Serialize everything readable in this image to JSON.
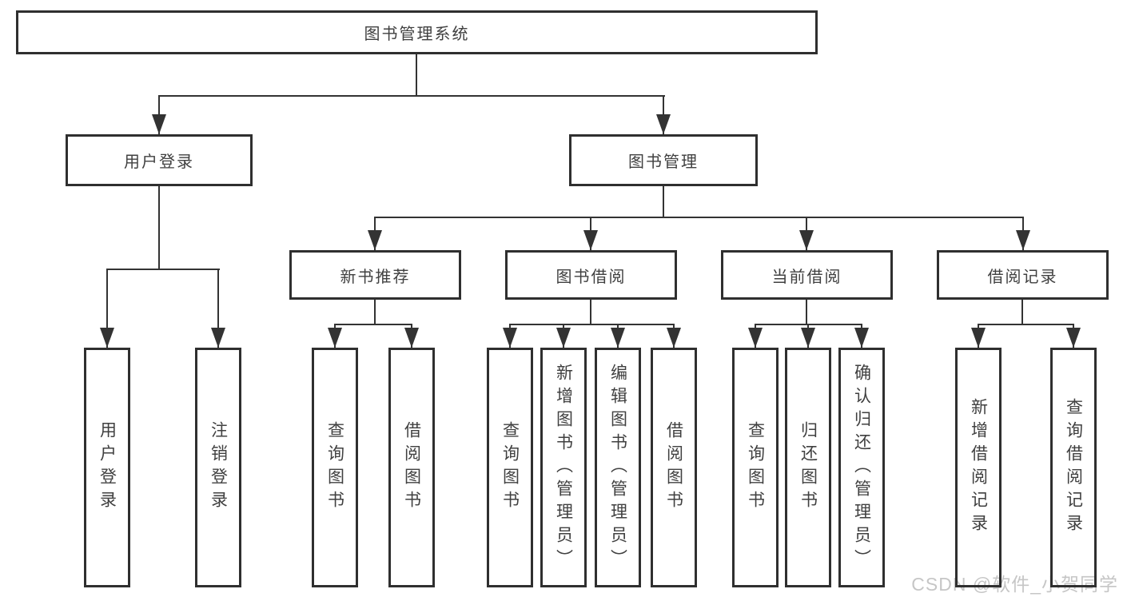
{
  "diagram": {
    "title": "图书管理系统",
    "root": {
      "label": "图书管理系统"
    },
    "level2": [
      {
        "label": "用户登录",
        "children": [
          {
            "label": "用户登录"
          },
          {
            "label": "注销登录"
          }
        ]
      },
      {
        "label": "图书管理",
        "children": [
          {
            "label": "新书推荐",
            "children": [
              {
                "label": "查询图书"
              },
              {
                "label": "借阅图书"
              }
            ]
          },
          {
            "label": "图书借阅",
            "children": [
              {
                "label": "查询图书"
              },
              {
                "label": "新增图书（管理员）"
              },
              {
                "label": "编辑图书（管理员）"
              },
              {
                "label": "借阅图书"
              }
            ]
          },
          {
            "label": "当前借阅",
            "children": [
              {
                "label": "查询图书"
              },
              {
                "label": "归还图书"
              },
              {
                "label": "确认归还（管理员）"
              }
            ]
          },
          {
            "label": "借阅记录",
            "children": [
              {
                "label": "新增借阅记录"
              },
              {
                "label": "查询借阅记录"
              }
            ]
          }
        ]
      }
    ]
  },
  "watermark": {
    "text": "CSDN @软件_小贺同学"
  },
  "colors": {
    "line": "#333333",
    "box_border": "#2f2f2f",
    "text": "#404040",
    "watermark": "#c6c6c6",
    "background": "#ffffff"
  }
}
